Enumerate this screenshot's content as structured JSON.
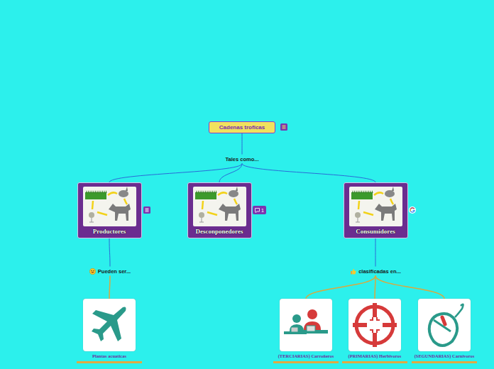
{
  "diagram": {
    "nodes": [
      {
        "text": [
          "Cadenas troficas"
        ]
      },
      {
        "text": [
          "Tales como..."
        ]
      },
      {
        "text": [
          "Productores"
        ]
      },
      {
        "text": [
          "Desconponedores"
        ]
      },
      {
        "text": [
          "Consumidores"
        ]
      },
      {
        "text": [
          "Pueden ser..."
        ]
      },
      {
        "text": [
          "clasificadas en..."
        ]
      },
      {
        "text": [
          "Plantas acuaticas"
        ]
      },
      {
        "text": [
          "(TERCIARIAS) Carroñeros"
        ]
      },
      {
        "text": [
          "(PRIMARIAS) Herbivoros"
        ]
      },
      {
        "text": [
          "(SEGUNDARIAS) Carnivoros"
        ]
      }
    ],
    "edges": [
      {
        "from": 0,
        "to": 1,
        "arrow": "none"
      },
      {
        "from": 1,
        "to": 2,
        "arrow": "none"
      },
      {
        "from": 1,
        "to": 3,
        "arrow": "none"
      },
      {
        "from": 1,
        "to": 4,
        "arrow": "none"
      },
      {
        "from": 2,
        "to": 5,
        "arrow": "none"
      },
      {
        "from": 4,
        "to": 6,
        "arrow": "none"
      },
      {
        "from": 5,
        "to": 7,
        "arrow": "none"
      },
      {
        "from": 6,
        "to": 8,
        "arrow": "none"
      },
      {
        "from": 6,
        "to": 9,
        "arrow": "none"
      },
      {
        "from": 6,
        "to": 10,
        "arrow": "none"
      }
    ],
    "labels": [
      "1"
    ]
  }
}
